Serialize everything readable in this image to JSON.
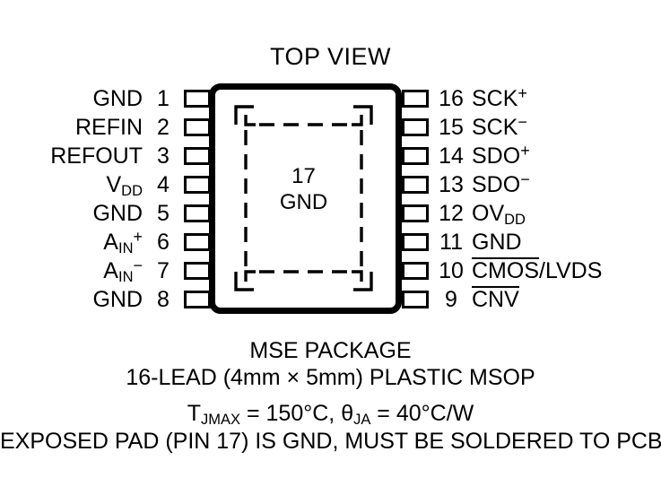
{
  "title": "TOP VIEW",
  "package": {
    "exposed_pad_number": "17",
    "exposed_pad_name": "GND"
  },
  "pins_left": [
    {
      "num": "1",
      "name": "GND"
    },
    {
      "num": "2",
      "name": "REFIN"
    },
    {
      "num": "3",
      "name": "REFOUT"
    },
    {
      "num": "4",
      "name": "V",
      "sub": "DD"
    },
    {
      "num": "5",
      "name": "GND"
    },
    {
      "num": "6",
      "name": "A",
      "sub": "IN",
      "sup": "+"
    },
    {
      "num": "7",
      "name": "A",
      "sub": "IN",
      "sup": "−"
    },
    {
      "num": "8",
      "name": "GND"
    }
  ],
  "pins_right": [
    {
      "num": "16",
      "name": "SCK",
      "sup": "+"
    },
    {
      "num": "15",
      "name": "SCK",
      "sup": "−"
    },
    {
      "num": "14",
      "name": "SDO",
      "sup": "+"
    },
    {
      "num": "13",
      "name": "SDO",
      "sup": "−"
    },
    {
      "num": "12",
      "name": "OV",
      "sub": "DD"
    },
    {
      "num": "11",
      "name": "GND"
    },
    {
      "num": "10",
      "name": "CMOS",
      "overline": true,
      "suffix": "/LVDS"
    },
    {
      "num": "9",
      "name": "CNV",
      "overline": true
    }
  ],
  "caption": {
    "package_name": "MSE PACKAGE",
    "lead_desc": "16-LEAD (4mm × 5mm) PLASTIC MSOP",
    "thermal_tj_label": "T",
    "thermal_tj_sub": "JMAX",
    "thermal_tj_value": " = 150°C, ",
    "thermal_theta_label": "θ",
    "thermal_theta_sub": "JA",
    "thermal_theta_value": " = 40°C/W",
    "exposed_pad_note": "EXPOSED PAD (PIN 17) IS GND, MUST BE SOLDERED TO PCB"
  },
  "colors": {
    "ink": "#000000",
    "background": "#ffffff"
  }
}
